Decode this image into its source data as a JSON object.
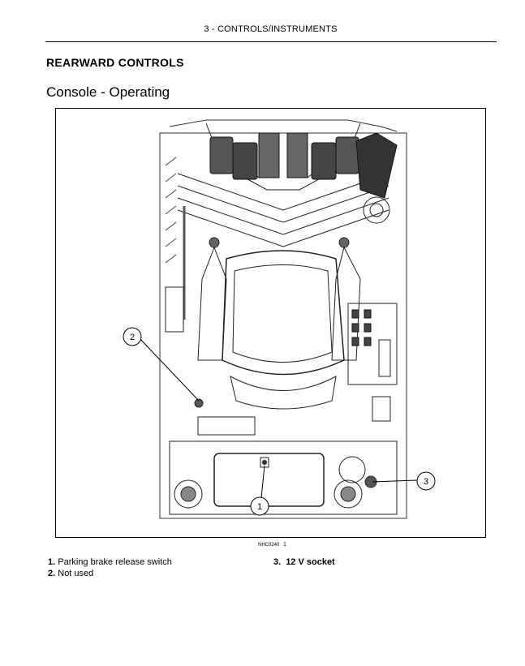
{
  "header": {
    "text": "3 - CONTROLS/INSTRUMENTS"
  },
  "section_title": "REARWARD CONTROLS",
  "subsection_title": "Console - Operating",
  "figure": {
    "reference_code": "NHC0240",
    "figure_number": "1",
    "callouts": [
      "1",
      "2",
      "3"
    ]
  },
  "legend": [
    {
      "number": "1.",
      "label": "Parking brake release switch"
    },
    {
      "number": "2.",
      "label": "Not used"
    },
    {
      "number": "3.",
      "label": "12 V socket"
    }
  ]
}
